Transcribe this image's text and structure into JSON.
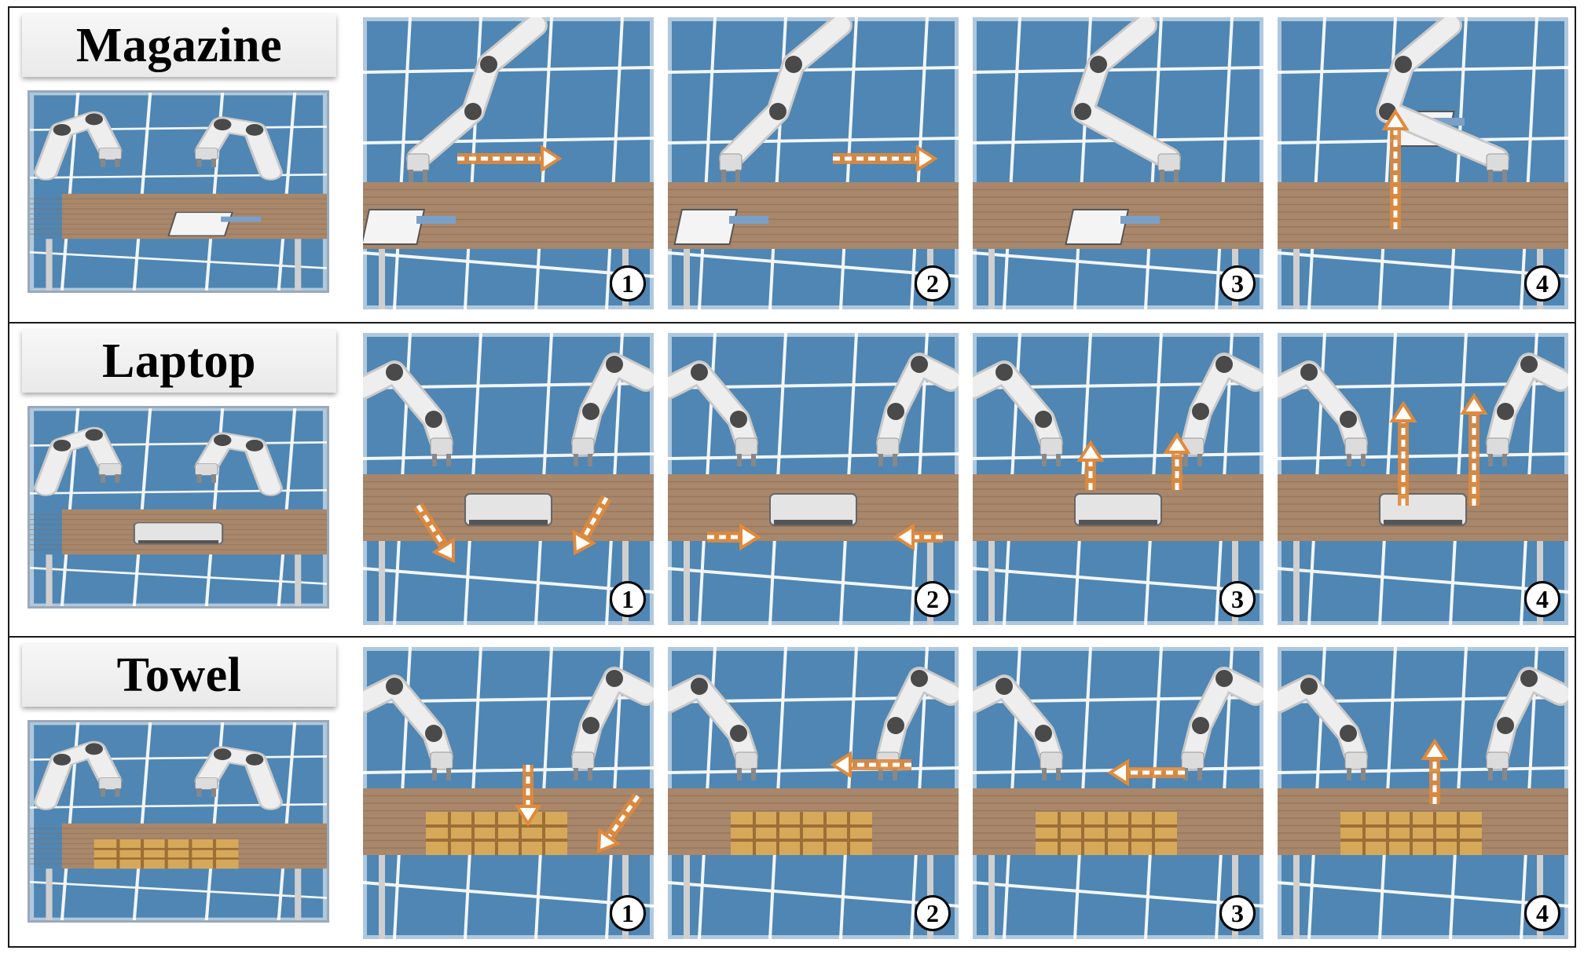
{
  "rows": [
    {
      "label": "Magazine",
      "object": "magazine",
      "steps": [
        "1",
        "2",
        "3",
        "4"
      ]
    },
    {
      "label": "Laptop",
      "object": "laptop",
      "steps": [
        "1",
        "2",
        "3",
        "4"
      ]
    },
    {
      "label": "Towel",
      "object": "towel",
      "steps": [
        "1",
        "2",
        "3",
        "4"
      ]
    }
  ],
  "colors": {
    "background_blue": "#4f86b3",
    "grid_line": "#f2f6fa",
    "table_wood": "#a8876b",
    "robot_white": "#eeeeee",
    "robot_joint": "#4a4a4a",
    "arrow_orange": "#e08a3c",
    "towel": "#d6a85a",
    "frame": "#1a1a1a"
  }
}
